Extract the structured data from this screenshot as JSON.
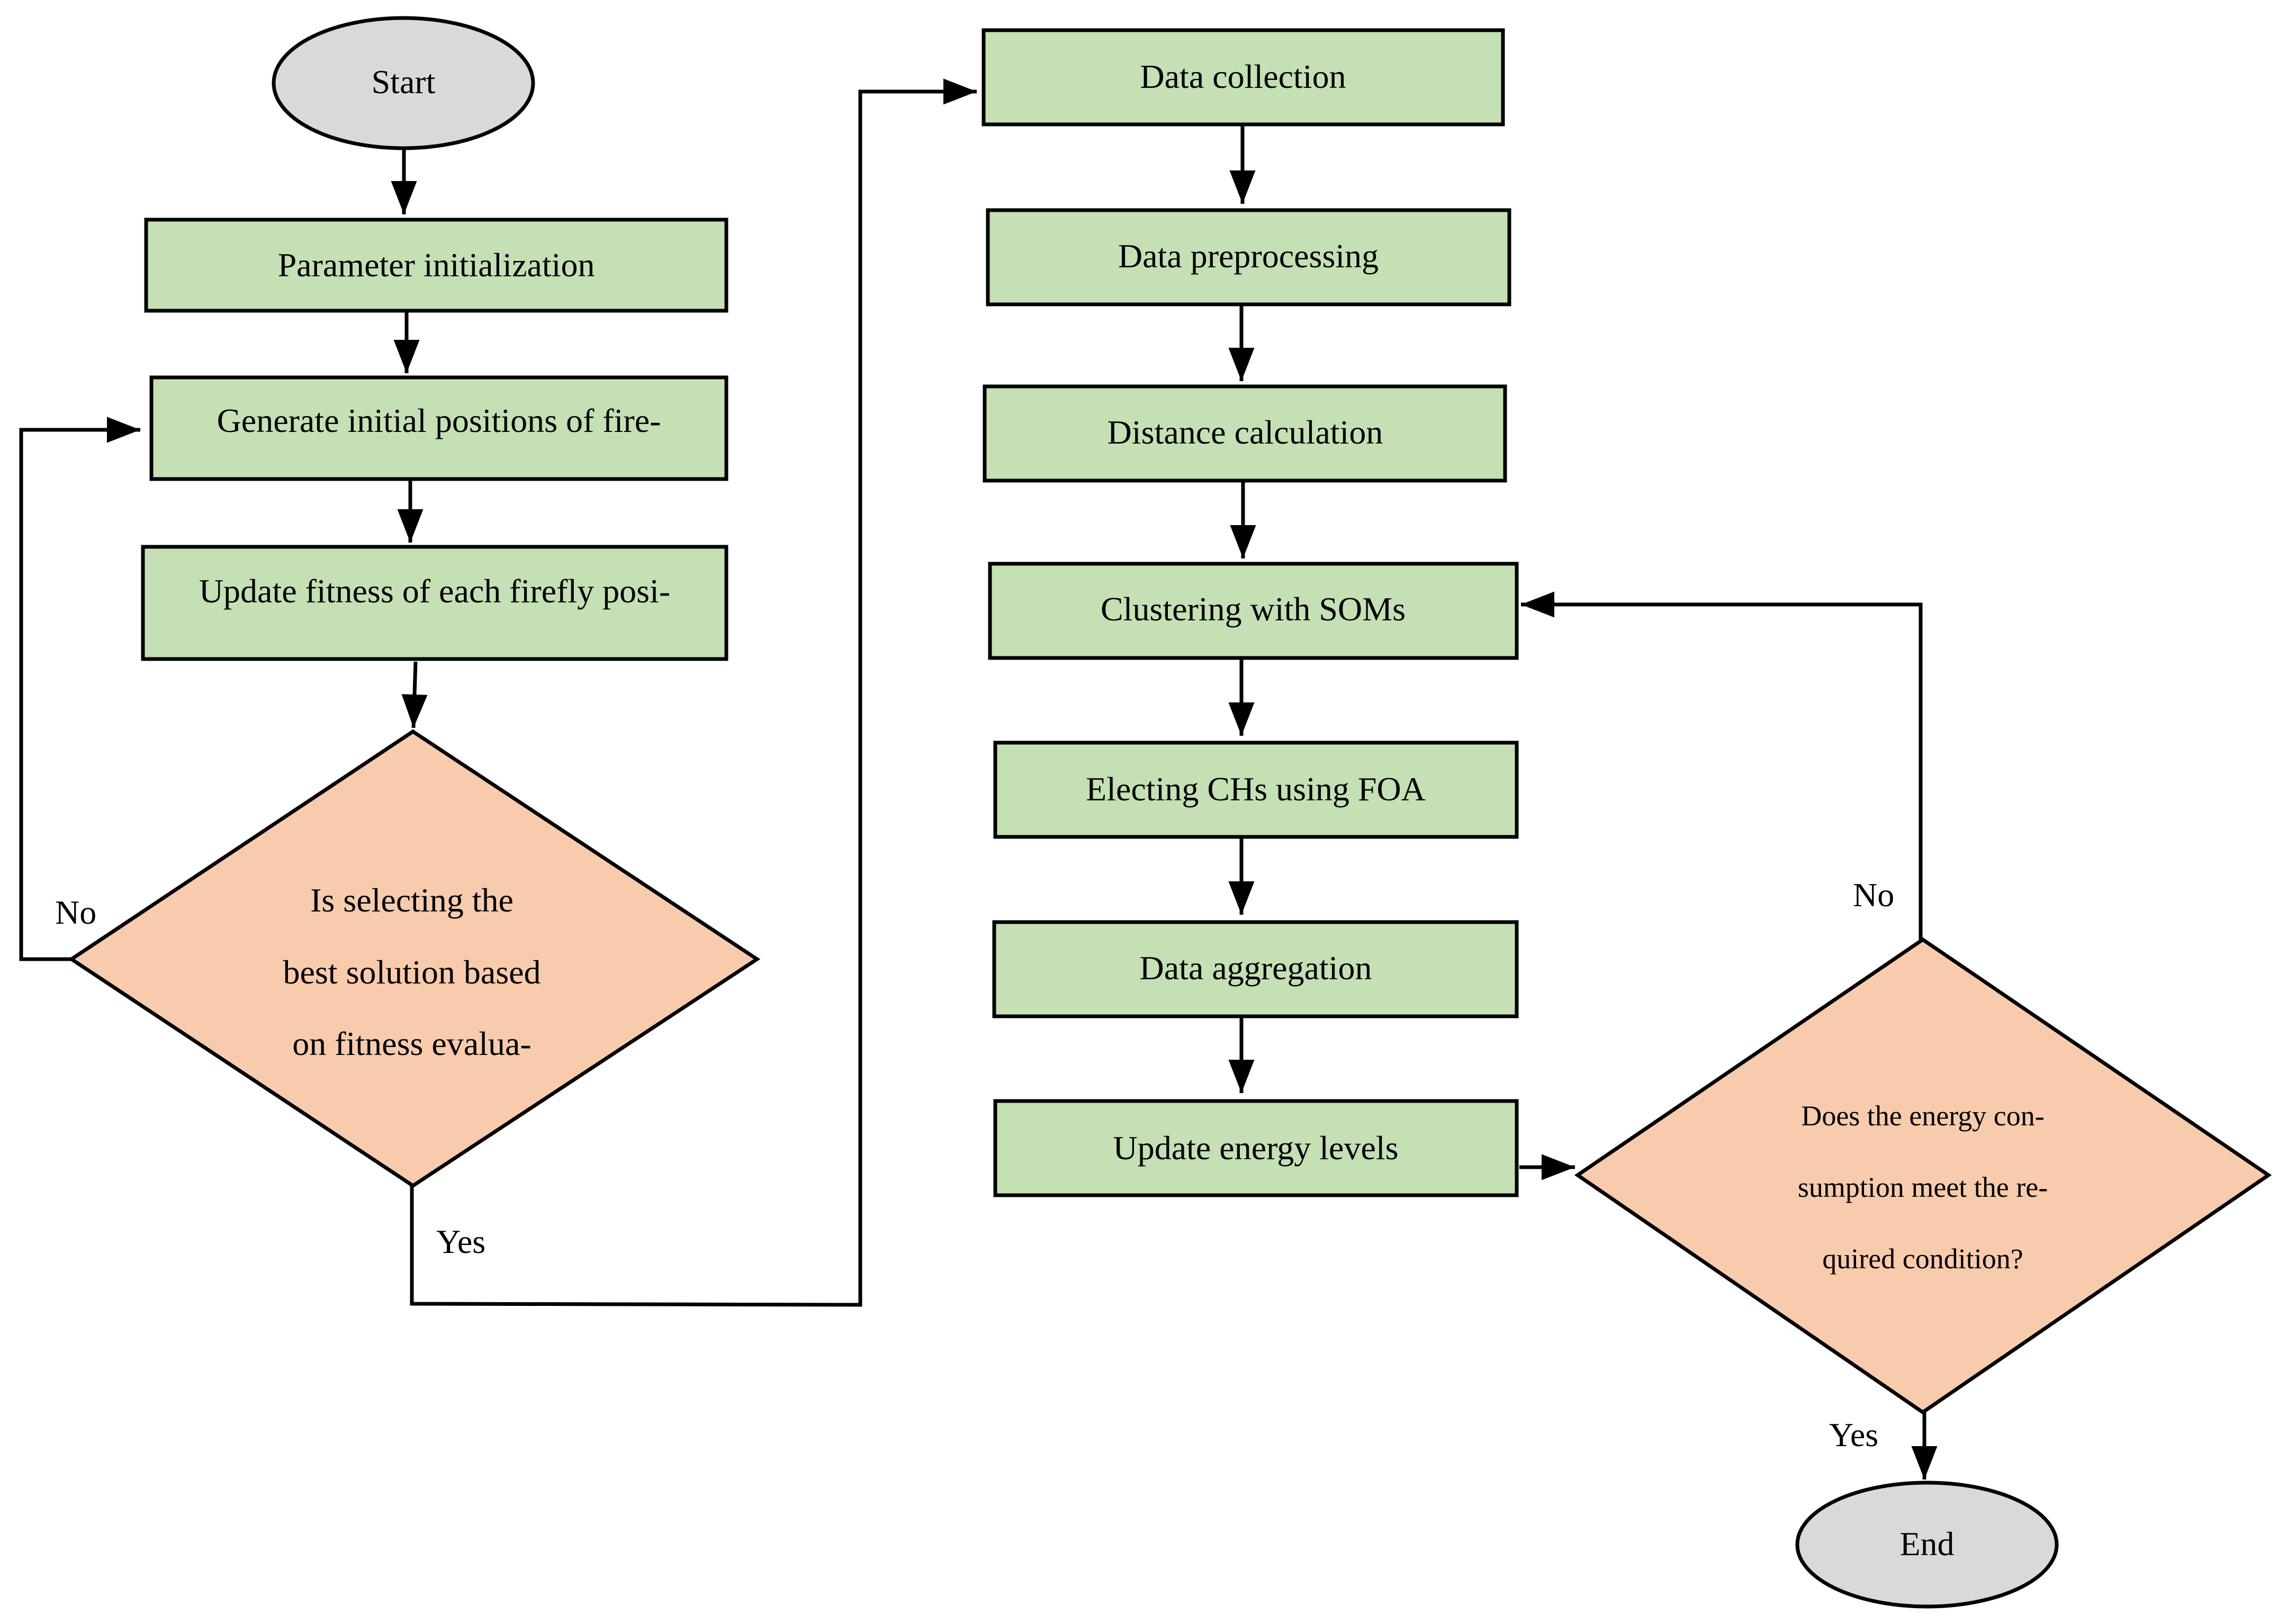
{
  "nodes": {
    "start": "Start",
    "parameter_init": "Parameter initialization",
    "generate_positions": "Generate initial positions of fire-",
    "update_fitness": "Update fitness of each firefly posi-",
    "decision_best": [
      "Is selecting the",
      "best solution based",
      "on fitness evalua-"
    ],
    "data_collection": "Data collection",
    "data_preprocessing": "Data preprocessing",
    "distance_calculation": "Distance calculation",
    "clustering": "Clustering with SOMs",
    "electing_chs": "Electing CHs using FOA",
    "data_aggregation": "Data aggregation",
    "update_energy": "Update energy levels",
    "decision_energy": [
      "Does the energy con-",
      "sumption meet the re-",
      "quired condition?"
    ],
    "end": "End"
  },
  "edge_labels": {
    "best_no": "No",
    "best_yes": "Yes",
    "energy_no": "No",
    "energy_yes": "Yes"
  },
  "colors": {
    "process_fill": "#c5e0b4",
    "decision_fill": "#f8cbad",
    "terminal_fill": "#d9d9d9",
    "stroke": "#000000"
  }
}
